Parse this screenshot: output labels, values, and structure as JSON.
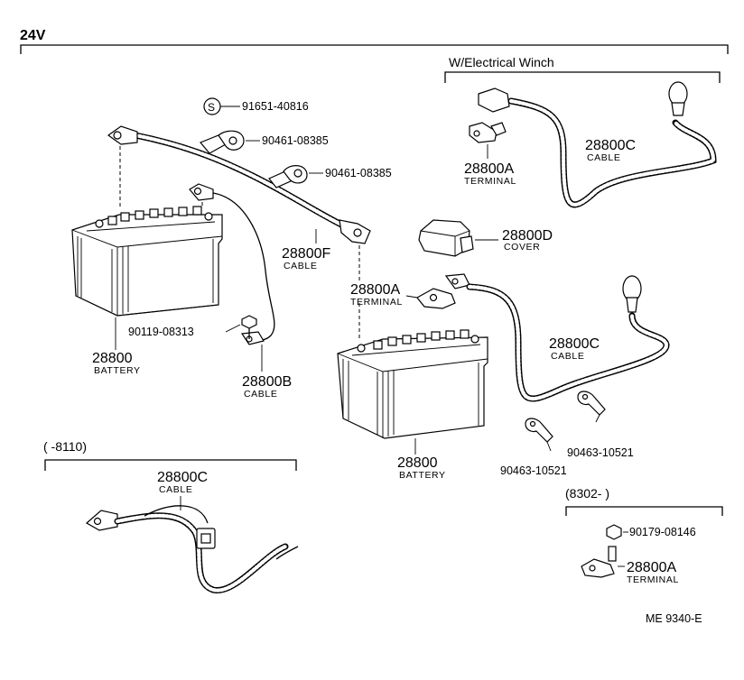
{
  "header": {
    "voltage": "24V",
    "winch_section": "W/Electrical Winch"
  },
  "labels": {
    "washer_part": "91651-40816",
    "clamp_part_1": "90461-08385",
    "clamp_part_2": "90461-08385",
    "cable_f_num": "28800F",
    "cable_f_name": "CABLE",
    "battery_left_num": "28800",
    "battery_left_name": "BATTERY",
    "bolt_part": "90119-08313",
    "cable_b_num": "28800B",
    "cable_b_name": "CABLE",
    "winch_terminal_num": "28800A",
    "winch_terminal_name": "TERMINAL",
    "winch_cable_num": "28800C",
    "winch_cable_name": "CABLE",
    "cover_num": "28800D",
    "cover_name": "COVER",
    "terminal_mid_num": "28800A",
    "terminal_mid_name": "TERMINAL",
    "cable_c_mid_num": "28800C",
    "cable_c_mid_name": "CABLE",
    "battery_right_num": "28800",
    "battery_right_name": "BATTERY",
    "clamp_90463_a": "90463-10521",
    "clamp_90463_b": "90463-10521",
    "range_early": "(        -8110)",
    "cable_c_early_num": "28800C",
    "cable_c_early_name": "CABLE",
    "range_late": "(8302-          )",
    "nut_part": "90179-08146",
    "terminal_late_num": "28800A",
    "terminal_late_name": "TERMINAL",
    "ref_code": "ME  9340-E"
  }
}
